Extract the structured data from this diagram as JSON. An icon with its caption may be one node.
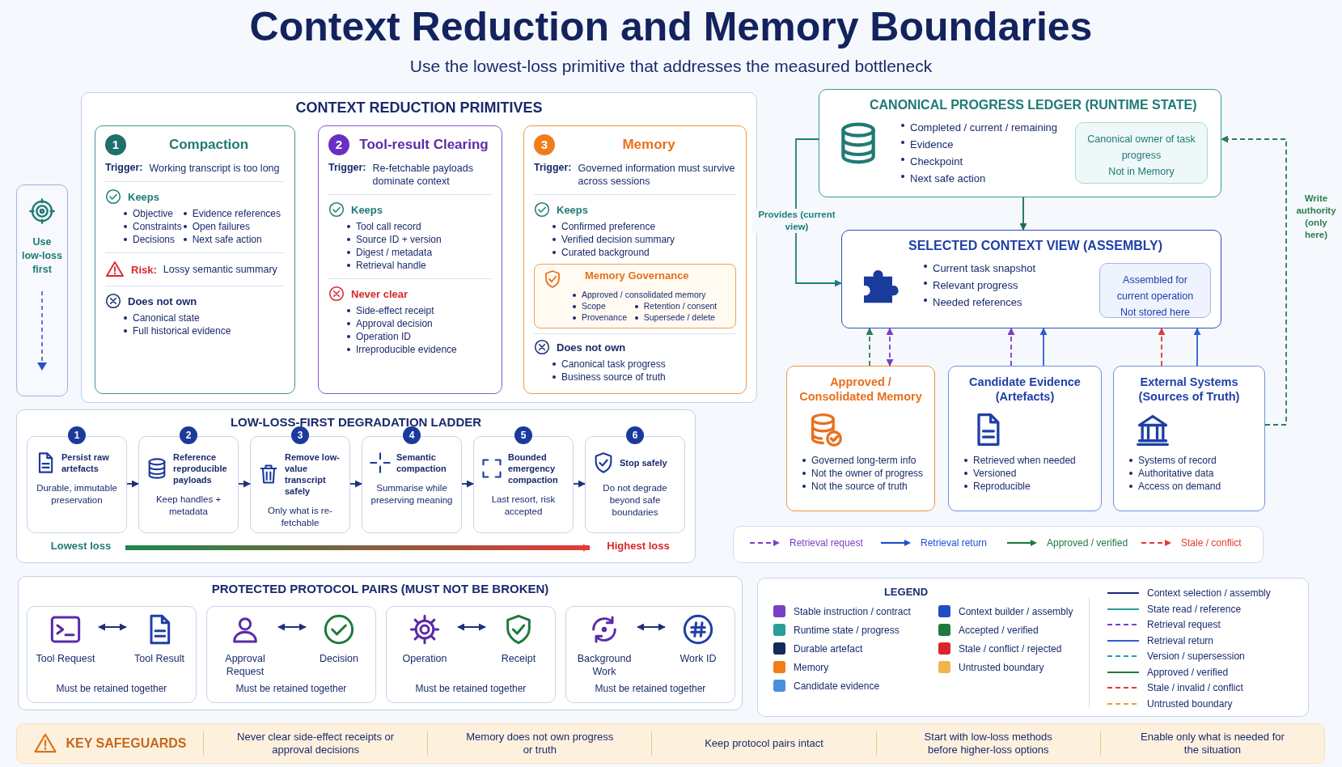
{
  "diagram": {
    "title": "Context Reduction and Memory Boundaries",
    "nodes": [
      {
        "text": [
          "Use low-loss first"
        ]
      },
      {
        "text": [
          "CONTEXT REDUCTION PRIMITIVES"
        ]
      },
      {
        "text": [
          "1",
          "Compaction",
          "Trigger:",
          "Working transcript is too long",
          "Keeps",
          "Objective",
          "Evidence references",
          "Constraints",
          "Open failures",
          "Decisions",
          "Next safe action",
          "Risk:",
          "Lossy semantic summary",
          "Does not own",
          "Canonical state",
          "Full historical evidence"
        ],
        "in": 1
      },
      {
        "text": [
          "2",
          "Tool-result Clearing",
          "Trigger:",
          "Re-fetchable payloads dominate context",
          "Keeps",
          "Tool call record",
          "Source ID + version",
          "Digest / metadata",
          "Retrieval handle",
          "Never clear",
          "Side-effect receipt",
          "Approval decision",
          "Operation ID",
          "Irreproducible evidence"
        ],
        "in": 1
      },
      {
        "text": [
          "3",
          "Memory",
          "Trigger:",
          "Governed information must survive across sessions",
          "Keeps",
          "Confirmed preference",
          "Verified decision summary",
          "Curated background",
          "Does not own",
          "Canonical task progress",
          "Business source of truth"
        ],
        "in": 1
      },
      {
        "text": [
          "Memory Governance",
          "Approved / consolidated memory",
          "Scope",
          "Retention / consent",
          "Provenance",
          "Supersede / delete"
        ],
        "in": 4
      },
      {
        "text": [
          "CANONICAL PROGRESS LEDGER (RUNTIME STATE)",
          "Completed / current / remaining",
          "Evidence",
          "Checkpoint",
          "Next safe action"
        ]
      },
      {
        "text": [
          "Canonical owner of task progress",
          "Not in Memory"
        ],
        "in": 6
      },
      {
        "text": [
          "SELECTED CONTEXT VIEW (ASSEMBLY)",
          "Current task snapshot",
          "Relevant progress",
          "Needed references"
        ]
      },
      {
        "text": [
          "Assembled for current operation",
          "Not stored here"
        ],
        "in": 8
      },
      {
        "text": [
          "Approved / Consolidated Memory",
          "Governed long-term info",
          "Not the owner of progress",
          "Not the source of truth"
        ]
      },
      {
        "text": [
          "Candidate Evidence (Artefacts)",
          "Retrieved when needed",
          "Versioned",
          "Reproducible"
        ]
      },
      {
        "text": [
          "External Systems (Sources of Truth)",
          "Systems of record",
          "Authoritative data",
          "Access on demand"
        ]
      },
      {
        "text": [
          "LOW-LOSS-FIRST DEGRADATION LADDER"
        ]
      },
      {
        "text": [
          "1",
          "Persist raw artefacts",
          "Durable, immutable preservation"
        ],
        "in": 13
      },
      {
        "text": [
          "2",
          "Reference reproducible payloads",
          "Keep handles + metadata"
        ],
        "in": 13
      },
      {
        "text": [
          "3",
          "Remove low-value transcript safely",
          "Only what is re-fetchable"
        ],
        "in": 13
      },
      {
        "text": [
          "4",
          "Semantic compaction",
          "Summarise while preserving meaning"
        ],
        "in": 13
      },
      {
        "text": [
          "5",
          "Bounded emergency compaction",
          "Last resort, risk accepted"
        ],
        "in": 13
      },
      {
        "text": [
          "6",
          "Stop safely",
          "Do not degrade beyond safe boundaries"
        ],
        "in": 13
      },
      {
        "text": [
          "Lowest loss"
        ],
        "in": 13
      },
      {
        "text": [
          "Highest loss"
        ],
        "in": 13
      },
      {
        "text": [
          "PROTECTED PROTOCOL PAIRS (MUST NOT BE BROKEN)"
        ]
      },
      {
        "text": [
          "Must be retained together"
        ],
        "in": 22
      },
      {
        "text": [
          "Tool Request"
        ],
        "in": 23
      },
      {
        "text": [
          "Tool Result"
        ],
        "in": 23
      },
      {
        "text": [
          "Must be retained together"
        ],
        "in": 22
      },
      {
        "text": [
          "Approval Request"
        ],
        "in": 26
      },
      {
        "text": [
          "Decision"
        ],
        "in": 26
      },
      {
        "text": [
          "Must be retained together"
        ],
        "in": 22
      },
      {
        "text": [
          "Operation"
        ],
        "in": 29
      },
      {
        "text": [
          "Receipt"
        ],
        "in": 29
      },
      {
        "text": [
          "Must be retained together"
        ],
        "in": 22
      },
      {
        "text": [
          "Background Work"
        ],
        "in": 32
      },
      {
        "text": [
          "Work ID"
        ],
        "in": 32
      },
      {
        "text": [
          "KEY SAFEGUARDS",
          "Never clear side-effect receipts or approval decisions",
          "Memory does not own progress or truth",
          "Keep protocol pairs intact",
          "Start with low-loss methods before higher-loss options",
          "Enable only what is needed for the situation"
        ]
      }
    ],
    "edges": [
      {
        "from": 6,
        "to": 8,
        "arrow": "to",
        "color": "#1b6b4f"
      },
      {
        "from": 6,
        "to": 8,
        "arrow": "to",
        "label": "Provides (current view)",
        "color": "#1a7f7a"
      },
      {
        "from": 12,
        "to": 6,
        "arrow": "to",
        "label": "Write authority (only here)",
        "style": "dashed",
        "color": "#2e7d4f"
      },
      {
        "from": 10,
        "to": 8,
        "arrow": "to",
        "style": "dashed",
        "color": "#2e7d4f"
      },
      {
        "from": 10,
        "to": 8,
        "arrow": "both",
        "style": "dashed",
        "color": "#7b3fc4"
      },
      {
        "from": 11,
        "to": 8,
        "arrow": "to",
        "style": "dashed",
        "color": "#7b3fc4"
      },
      {
        "from": 11,
        "to": 8,
        "arrow": "to",
        "color": "#2f5bd3"
      },
      {
        "from": 12,
        "to": 8,
        "arrow": "to",
        "style": "dashed",
        "color": "#e53935"
      },
      {
        "from": 12,
        "to": 8,
        "arrow": "to",
        "color": "#2f5bd3"
      },
      {
        "from": 14,
        "to": 15,
        "arrow": "to"
      },
      {
        "from": 15,
        "to": 16,
        "arrow": "to"
      },
      {
        "from": 16,
        "to": 17,
        "arrow": "to"
      },
      {
        "from": 17,
        "to": 18,
        "arrow": "to"
      },
      {
        "from": 18,
        "to": 19,
        "arrow": "to"
      },
      {
        "from": 20,
        "to": 21,
        "arrow": "to",
        "style": "thick",
        "color": "#e53935"
      },
      {
        "from": 24,
        "to": 25,
        "arrow": "both"
      },
      {
        "from": 27,
        "to": 28,
        "arrow": "both"
      },
      {
        "from": 30,
        "to": 31,
        "arrow": "both"
      },
      {
        "from": 33,
        "to": 34,
        "arrow": "both"
      }
    ],
    "labels": [
      "Use the lowest-loss primitive that addresses the measured bottleneck",
      "LEGEND"
    ],
    "legend": [
      {
        "text": "Retrieval request"
      },
      {
        "text": "Retrieval return"
      },
      {
        "text": "Approved / verified"
      },
      {
        "text": "Stale / conflict"
      },
      {
        "text": "Stable instruction / contract",
        "color": "#7b3fc4"
      },
      {
        "text": "Runtime state / progress",
        "color": "#2a9d9a"
      },
      {
        "text": "Durable artefact",
        "color": "#142a5c"
      },
      {
        "text": "Memory",
        "color": "#ef7d1a"
      },
      {
        "text": "Candidate evidence",
        "color": "#4a8fdc"
      },
      {
        "text": "Context builder / assembly",
        "color": "#1f4fc0"
      },
      {
        "text": "Accepted / verified",
        "color": "#1e7a3c"
      },
      {
        "text": "Stale / conflict / rejected",
        "color": "#d9262c"
      },
      {
        "text": "Untrusted boundary",
        "color": "#f0b44c"
      },
      {
        "text": "Context selection / assembly"
      },
      {
        "text": "State read / reference"
      },
      {
        "text": "Retrieval request"
      },
      {
        "text": "Retrieval return"
      },
      {
        "text": "Version / supersession"
      },
      {
        "text": "Approved / verified"
      },
      {
        "text": "Stale / invalid / conflict"
      },
      {
        "text": "Untrusted boundary"
      }
    ]
  }
}
